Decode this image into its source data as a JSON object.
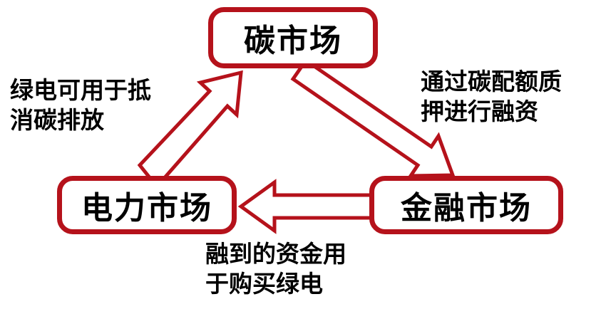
{
  "diagram": {
    "nodes": [
      {
        "id": "carbon-market",
        "label": "碳市场"
      },
      {
        "id": "electricity-market",
        "label": "电力市场"
      },
      {
        "id": "finance-market",
        "label": "金融市场"
      }
    ],
    "edges": [
      {
        "from": "carbon-market",
        "to": "finance-market",
        "label": "通过碳配额质押进行融资",
        "label_lines": [
          "通过碳配额质",
          "押进行融资"
        ]
      },
      {
        "from": "finance-market",
        "to": "electricity-market",
        "label": "融到的资金用于购买绿电",
        "label_lines": [
          "融到的资金用",
          "于购买绿电"
        ]
      },
      {
        "from": "electricity-market",
        "to": "carbon-market",
        "label": "绿电可用于抵消碳排放",
        "label_lines": [
          "绿电可用于抵",
          "消碳排放"
        ]
      }
    ],
    "colors": {
      "accent": "#b5121b",
      "arrow_fill": "#ffffff",
      "text": "#000000",
      "background": "#ffffff"
    }
  }
}
